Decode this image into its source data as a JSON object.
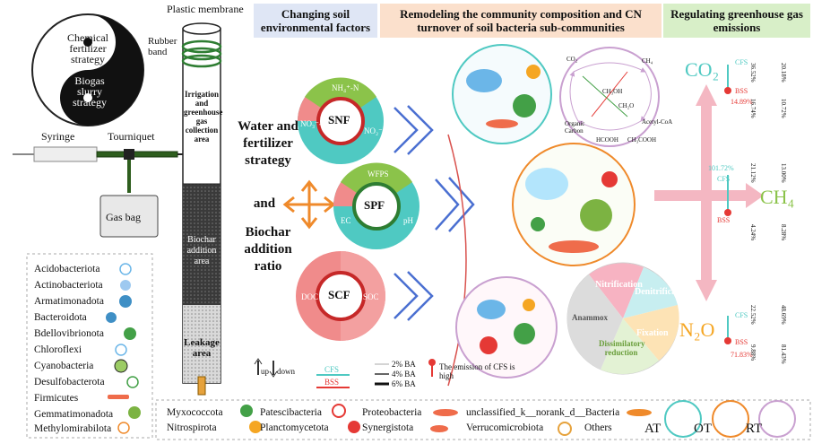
{
  "headers": {
    "changing": "Changing soil environmental factors",
    "remodeling": "Remodeling the community composition and CN turnover of soil bacteria  sub-communities",
    "regulating": "Regulating greenhouse gas emissions"
  },
  "apparatus": {
    "plastic_membrane": "Plastic membrane",
    "rubber_band": "Rubber band",
    "strategy_top": "Chemical fertilizer strategy",
    "strategy_bottom": "Biogas slurry strategy",
    "syringe": "Syringe",
    "tourniquet": "Tourniquet",
    "gas_bag": "Gas bag",
    "irrigation_area": "Irrigation and greenhouse gas collection area",
    "biochar_area": "Biochar addition area",
    "leakage_area": "Leakage area"
  },
  "factors": {
    "water_strategy": "Water and fertilizer strategy",
    "and": "and",
    "biochar_ratio": "Biochar addition ratio",
    "snf": "SNF",
    "spf": "SPF",
    "scf": "SCF",
    "nh4": "NH₄⁺-N",
    "no3": "NO₃⁻-N",
    "no2": "NO₂⁻-N",
    "wfps": "WFPS",
    "ec": "EC",
    "ph": "pH",
    "doc": "DOC",
    "soc": "SOC"
  },
  "processes": {
    "nitrification": "Nitrification",
    "denitrification": "Denitrification",
    "fixation": "Fixation",
    "dissimilatory": "Dissimilatory reduction",
    "anammox": "Anammox",
    "carbon_nodes": [
      "CO₂",
      "CH₄",
      "Organic Carbon",
      "HCOOH",
      "CH₃COOH",
      "Acetyl-CoA",
      "CH₃OH",
      "CH₂O"
    ]
  },
  "gases": {
    "co2": "CO₂",
    "ch4": "CH₄",
    "n2o": "N₂O",
    "cfs": "CFS",
    "bss": "BSS",
    "co2_pct": "14.89%",
    "ch4_pct": "101.72%",
    "n2o_pct": "71.83%",
    "co2_side": [
      "36.52%",
      "20.18%",
      "16.74%",
      "10.72%"
    ],
    "ch4_side": [
      "21.12%",
      "13.00%",
      "4.24%",
      "8.28%"
    ],
    "n2o_side": [
      "22.52%",
      "48.69%",
      "9.88%",
      "81.43%"
    ]
  },
  "legend": {
    "up": "up",
    "down": "down",
    "cfs": "CFS",
    "bss": "BSS",
    "ba2": "2% BA",
    "ba4": "4% BA",
    "ba6": "6% BA",
    "high": "The emission of CFS is high"
  },
  "phyla_left": [
    "Acidobacteriota",
    "Actinobacteriota",
    "Armatimonadota",
    "Bacteroidota",
    "Bdellovibrionota",
    "Chloroflexi",
    "Cyanobacteria",
    "Desulfobacterota",
    "Firmicutes",
    "Gemmatimonadota",
    "Methylomirabilota"
  ],
  "phyla_bottom": [
    "Myxococcota",
    "Patescibacteria",
    "Proteobacteria",
    "unclassified_k__norank_d__Bacteria",
    "Nitrospirota",
    "Planctomycetota",
    "Synergistota",
    "Verrucomicrobiota",
    "Others"
  ],
  "temperature": [
    "AT",
    "OT",
    "RT"
  ]
}
